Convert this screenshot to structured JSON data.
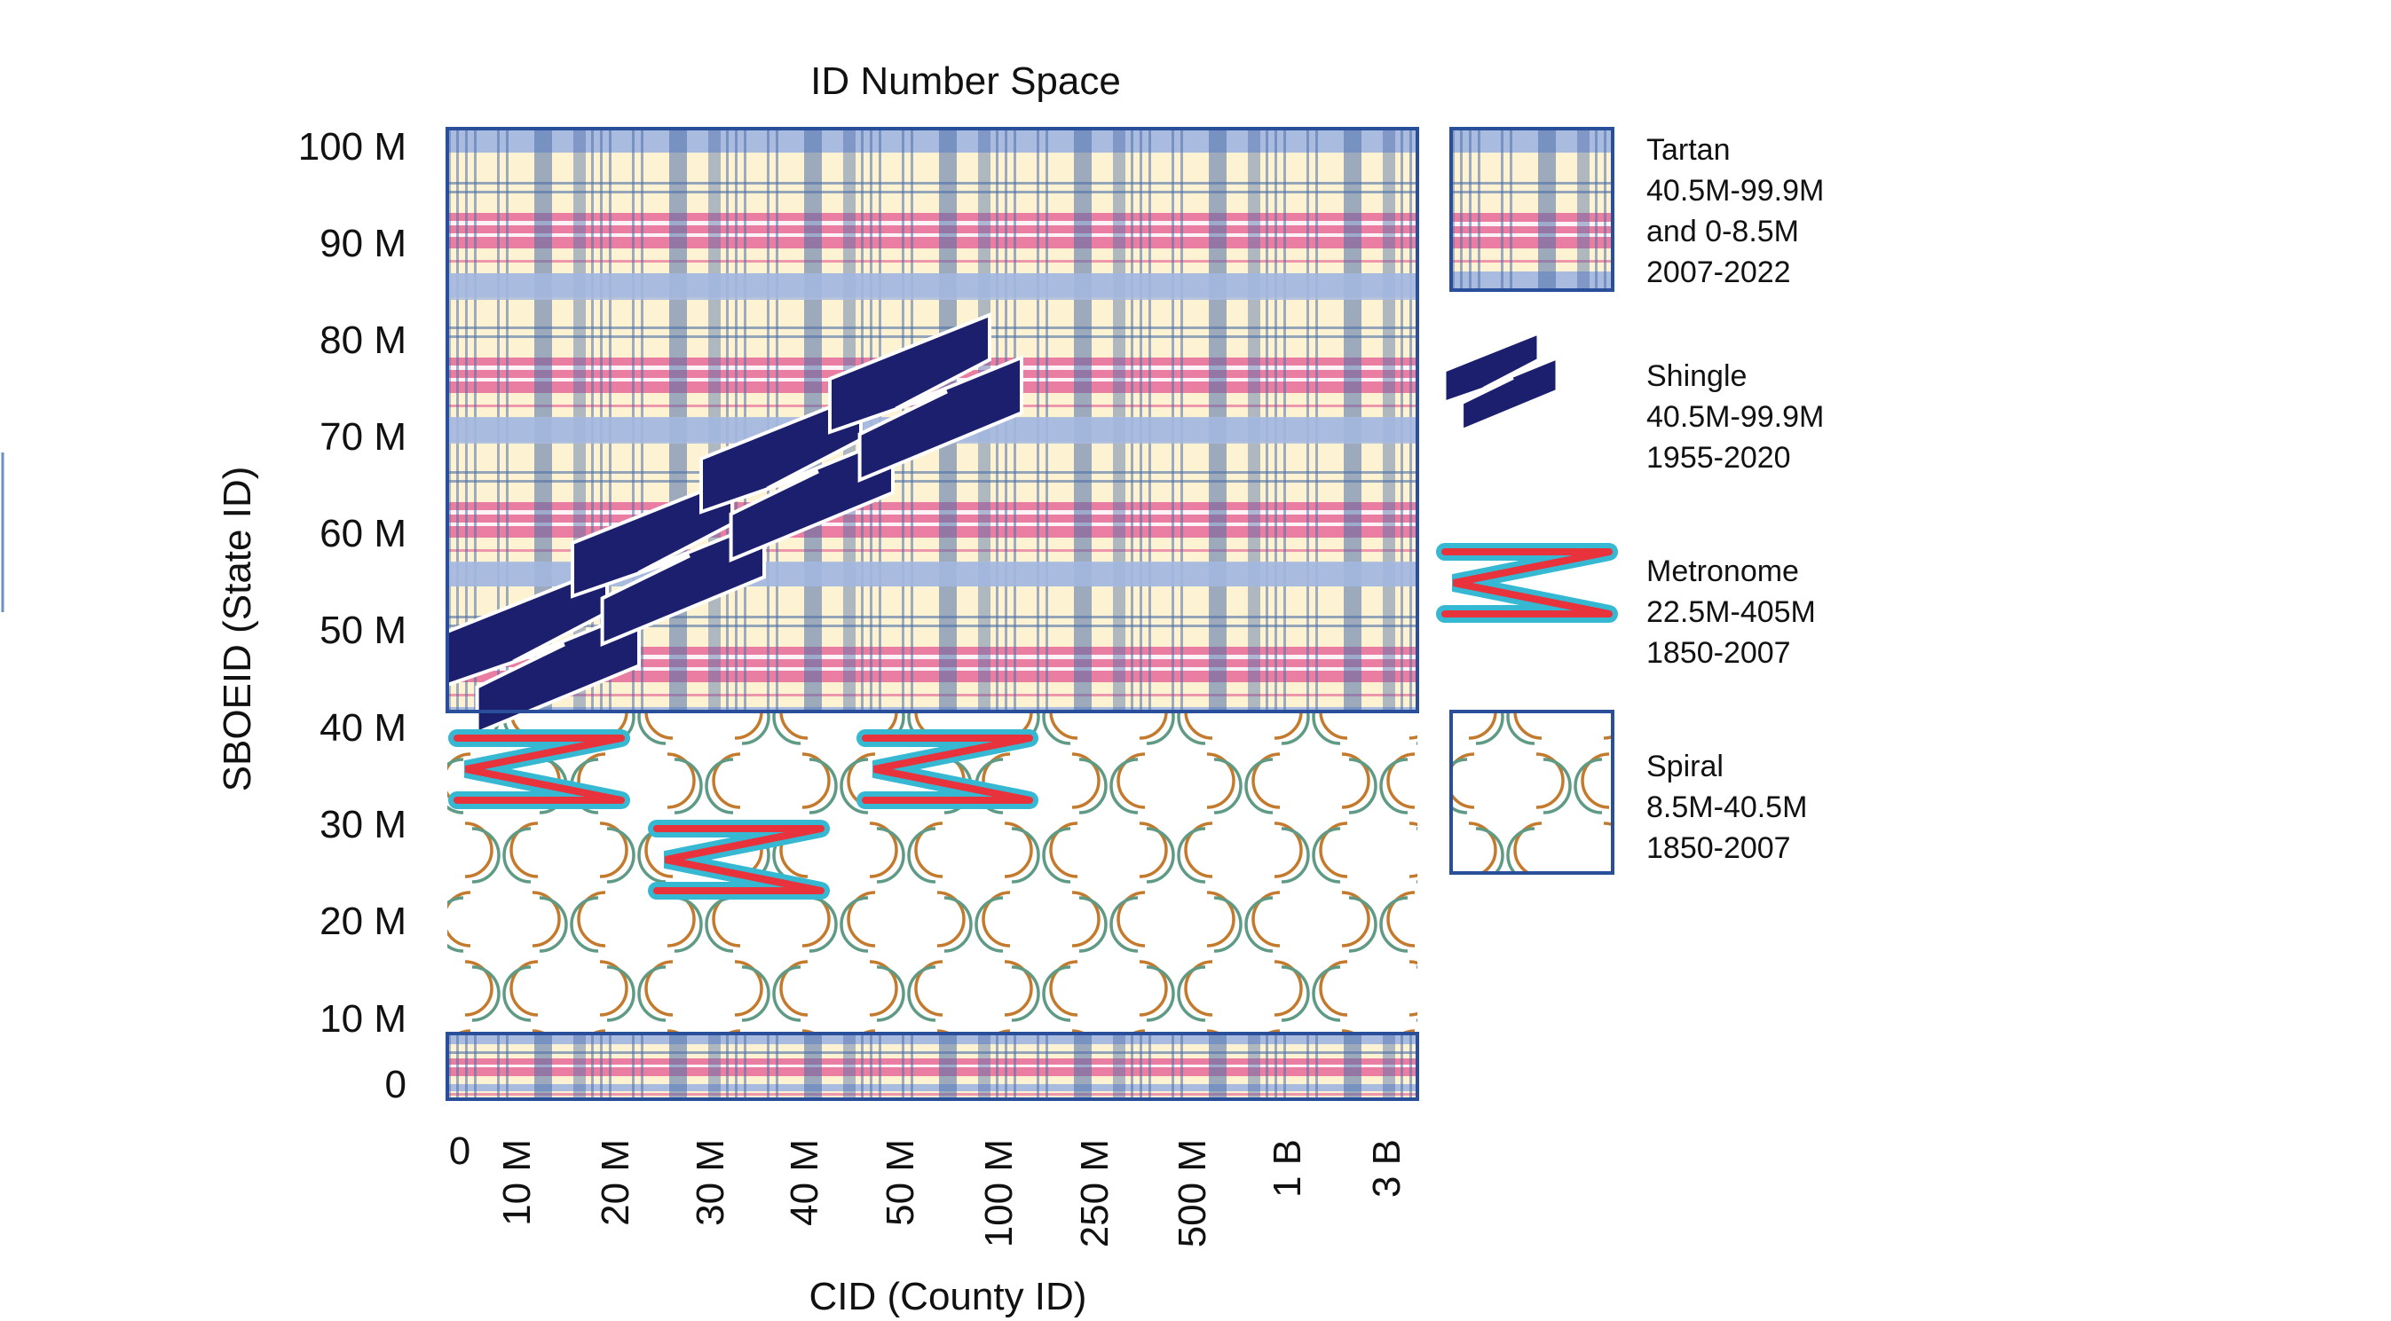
{
  "title": "ID Number Space",
  "xlabel": "CID (County ID)",
  "ylabel": "SBOEID (State ID)",
  "y_ticks": [
    "100 M",
    "90 M",
    "80 M",
    "70 M",
    "60 M",
    "50 M",
    "40 M",
    "30 M",
    "20 M",
    "10 M",
    "0"
  ],
  "x_ticks": [
    "0",
    "10 M",
    "20 M",
    "30 M",
    "40 M",
    "50 M",
    "100 M",
    "250 M",
    "500 M",
    "1 B",
    "3 B"
  ],
  "colors": {
    "frame": "#2a4f9a",
    "tartan_base": "#fdf2d2",
    "tartan_pink": "#e97ea2",
    "tartan_blue_band": "#a9bbdf",
    "tartan_stripe": "#4f6fa8",
    "shingle": "#1b1f6e",
    "metronome_outline": "#36b8d3",
    "metronome_core": "#e8323c",
    "spiral_orange": "#c47a2c",
    "spiral_green": "#5f9a85"
  },
  "legend": [
    {
      "pattern": "Tartan",
      "lines": [
        "Tartan",
        "40.5M-99.9M",
        "and 0-8.5M",
        "2007-2022"
      ]
    },
    {
      "pattern": "Shingle",
      "lines": [
        "Shingle",
        "40.5M-99.9M",
        "1955-2020"
      ]
    },
    {
      "pattern": "Metronome",
      "lines": [
        "Metronome",
        "22.5M-405M",
        "1850-2007"
      ]
    },
    {
      "pattern": "Spiral",
      "lines": [
        "Spiral",
        "8.5M-40.5M",
        "1850-2007"
      ]
    }
  ],
  "chart_data": {
    "type": "other",
    "title": "ID Number Space",
    "xlabel": "CID (County ID)",
    "ylabel": "SBOEID (State ID)",
    "x_ticks": [
      "0",
      "10 M",
      "20 M",
      "30 M",
      "40 M",
      "50 M",
      "100 M",
      "250 M",
      "500 M",
      "1 B",
      "3 B"
    ],
    "y_ticks": [
      "0",
      "10 M",
      "20 M",
      "30 M",
      "40 M",
      "50 M",
      "60 M",
      "70 M",
      "80 M",
      "90 M",
      "100 M"
    ],
    "regions": [
      {
        "pattern": "Tartan",
        "sboeid_range_M": [
          40.5,
          99.9
        ],
        "years": "2007-2022"
      },
      {
        "pattern": "Tartan",
        "sboeid_range_M": [
          0,
          8.5
        ],
        "years": "2007-2022"
      },
      {
        "pattern": "Shingle",
        "sboeid_range_M": [
          40.5,
          99.9
        ],
        "years": "1955-2020"
      },
      {
        "pattern": "Metronome",
        "sboeid_range_M": [
          22.5,
          405
        ],
        "years": "1850-2007"
      },
      {
        "pattern": "Spiral",
        "sboeid_range_M": [
          8.5,
          40.5
        ],
        "years": "1850-2007"
      }
    ]
  }
}
